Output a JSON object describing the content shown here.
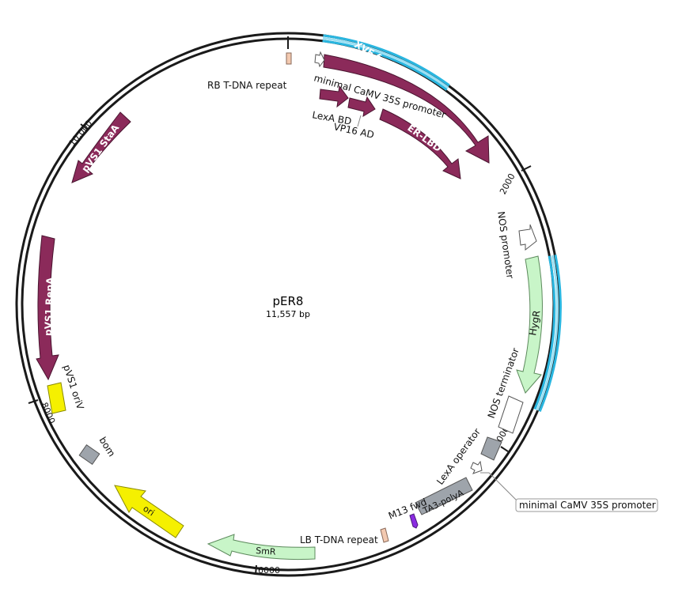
{
  "plasmid": {
    "name": "pER8",
    "length_label": "11,557 bp"
  },
  "ticks": [
    {
      "label": "2000"
    },
    {
      "label": "4000"
    },
    {
      "label": "6000"
    },
    {
      "label": "8000"
    },
    {
      "label": "10,000"
    }
  ],
  "features": [
    {
      "id": "xve",
      "label": "XVE fusion protein"
    },
    {
      "id": "erlbd",
      "label": "ER-LBD"
    },
    {
      "id": "lexabd",
      "label": "LexA BD"
    },
    {
      "id": "vp16",
      "label": "VP16 AD"
    },
    {
      "id": "mincamv1",
      "label": "minimal CaMV 35S promoter"
    },
    {
      "id": "rb",
      "label": "RB T-DNA repeat"
    },
    {
      "id": "nosprom",
      "label": "NOS promoter"
    },
    {
      "id": "hygr",
      "label": "HygR"
    },
    {
      "id": "noster",
      "label": "NOS terminator"
    },
    {
      "id": "lexaop",
      "label": "LexA operator"
    },
    {
      "id": "mincamv2",
      "label": "minimal CaMV 35S promoter"
    },
    {
      "id": "ta3",
      "label": "TA3-polyA"
    },
    {
      "id": "m13",
      "label": "M13 fwd"
    },
    {
      "id": "lb",
      "label": "LB T-DNA repeat"
    },
    {
      "id": "smr",
      "label": "SmR"
    },
    {
      "id": "ori",
      "label": "ori"
    },
    {
      "id": "bom",
      "label": "bom"
    },
    {
      "id": "pvs1ori",
      "label": "pVS1 oriV"
    },
    {
      "id": "repa",
      "label": "pVS1 RepA"
    },
    {
      "id": "staa",
      "label": "pVS1 StaA"
    }
  ],
  "colors": {
    "backbone": "#1a1a1a",
    "highlight": "#29b6e0",
    "purple_feature": "#8b2a5a",
    "green_feature": "#c8f5c8",
    "yellow_feature": "#f5f000",
    "grey_feature": "#9ea4ab",
    "peach_feature": "#f3c9b0",
    "violet_feature": "#8a2be2"
  }
}
